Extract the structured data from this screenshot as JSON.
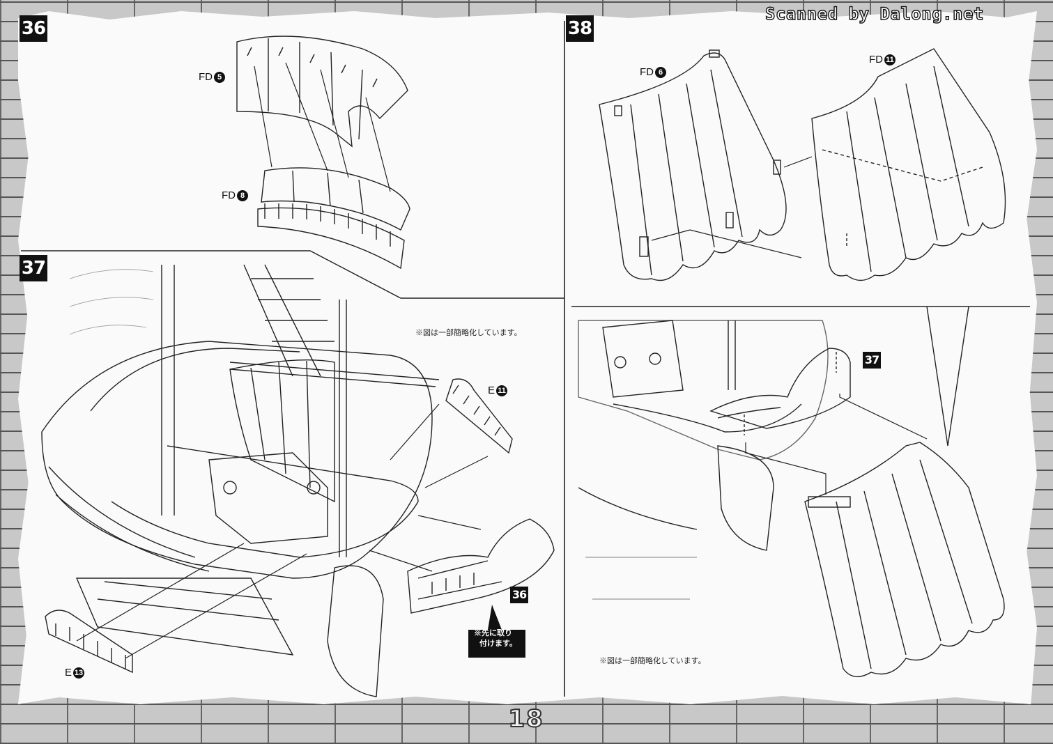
{
  "watermark": "Scanned by Dalong.net",
  "page_number": "18",
  "steps": {
    "s36": {
      "label": "36",
      "parts": [
        {
          "prefix": "FD",
          "num": "5"
        },
        {
          "prefix": "FD",
          "num": "8"
        }
      ]
    },
    "s37": {
      "label": "37",
      "parts": [
        {
          "prefix": "E",
          "num": "11"
        },
        {
          "prefix": "E",
          "num": "13"
        }
      ],
      "ref_step": "36",
      "note": "※図は一部簡略化しています。",
      "callout_line1": "※先に取り",
      "callout_line2": "付けます。"
    },
    "s38": {
      "label": "38",
      "parts": [
        {
          "prefix": "FD",
          "num": "6"
        },
        {
          "prefix": "FD",
          "num": "11"
        }
      ],
      "ref_step": "37",
      "note": "※図は一部簡略化しています。"
    }
  },
  "colors": {
    "ink": "#111111",
    "paper": "#fafafa",
    "brick": "#c8c8c8"
  }
}
